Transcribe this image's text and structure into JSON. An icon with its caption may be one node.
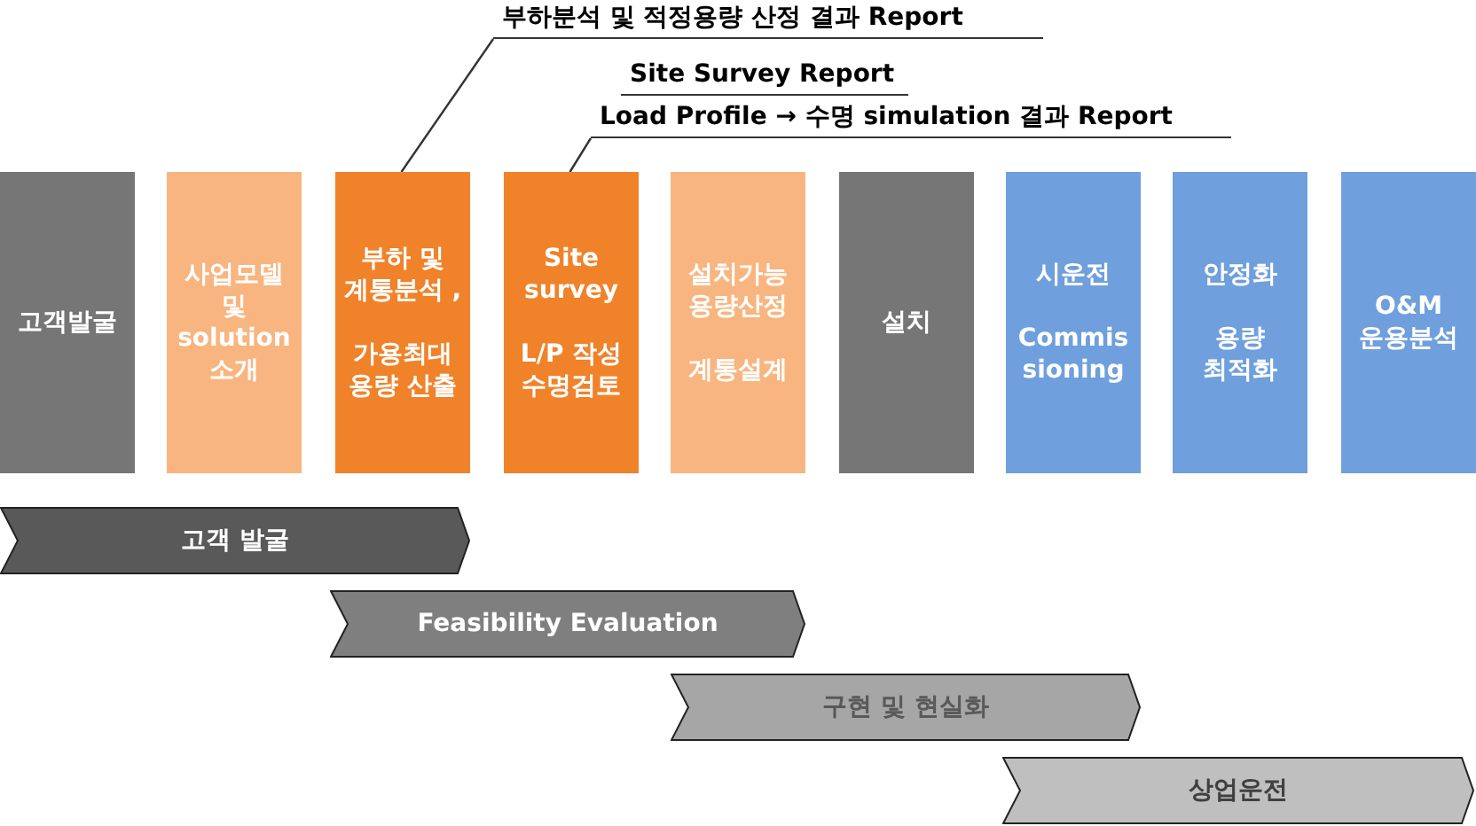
{
  "diagram": {
    "nodes": [
      {
        "text": [
          "부하분석 및 적정용량 산정 결과 Report"
        ]
      },
      {
        "text": [
          "Site Survey Report"
        ]
      },
      {
        "text": [
          "Load Profile → 수명 simulation 결과 Report"
        ]
      },
      {
        "text": [
          "고객발굴"
        ]
      },
      {
        "text": [
          "사업모델 및 solution 소개"
        ]
      },
      {
        "text": [
          "부하 및 계통분석 ,",
          "가용최대 용량 산출"
        ]
      },
      {
        "text": [
          "Site survey",
          "L/P 작성 수명검토"
        ]
      },
      {
        "text": [
          "설치가능 용량산정",
          "계통설계"
        ]
      },
      {
        "text": [
          "설치"
        ]
      },
      {
        "text": [
          "시운전",
          "Commissioning"
        ]
      },
      {
        "text": [
          "안정화",
          "용량 최적화"
        ]
      },
      {
        "text": [
          "O&M 운용분석"
        ]
      },
      {
        "text": [
          "고객 발굴"
        ]
      },
      {
        "text": [
          "Feasibility Evaluation"
        ]
      },
      {
        "text": [
          "구현 및 현실화"
        ]
      },
      {
        "text": [
          "상업운전"
        ]
      }
    ],
    "edges": [
      {
        "from": 0,
        "to": 5,
        "arrow": "none"
      },
      {
        "from": 2,
        "to": 6,
        "arrow": "none"
      }
    ]
  }
}
